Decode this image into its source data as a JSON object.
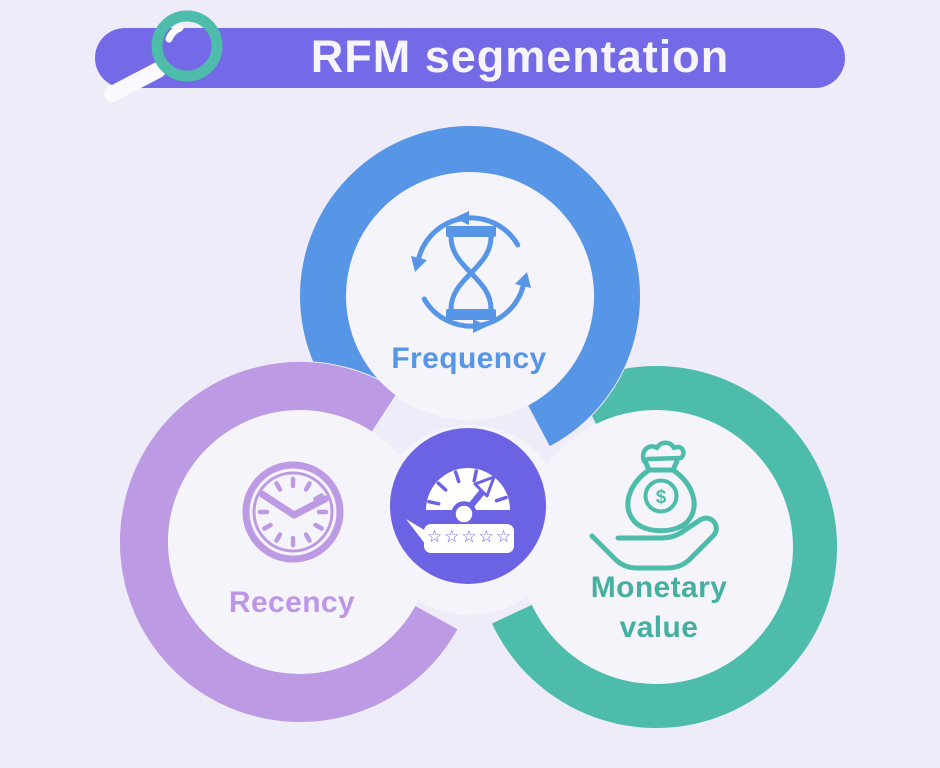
{
  "title": "RFM segmentation",
  "colors": {
    "background": "#edecf8",
    "surface": "#f5f4fb",
    "banner": "#7469e6",
    "banner_text": "#f6f5fd",
    "blue": "#5795e7",
    "purple": "#bd9ae4",
    "teal": "#4dbcab",
    "teal_text": "#45b0a0",
    "recency_text": "#bd96e6",
    "center": "#6c63e4",
    "white": "#ffffff",
    "handle": "#fafafe"
  },
  "header": {
    "icon": "magnifier-icon"
  },
  "segments": [
    {
      "id": "frequency",
      "label": "Frequency",
      "icon": "hourglass-cycle-icon"
    },
    {
      "id": "recency",
      "label": "Recency",
      "icon": "clock-icon"
    },
    {
      "id": "monetary",
      "label": "Monetary value",
      "icon": "money-bag-hand-icon",
      "dollar": "$"
    }
  ],
  "center_badge": {
    "icon": "gauge-rating-icon",
    "stars": "☆☆☆☆☆"
  }
}
